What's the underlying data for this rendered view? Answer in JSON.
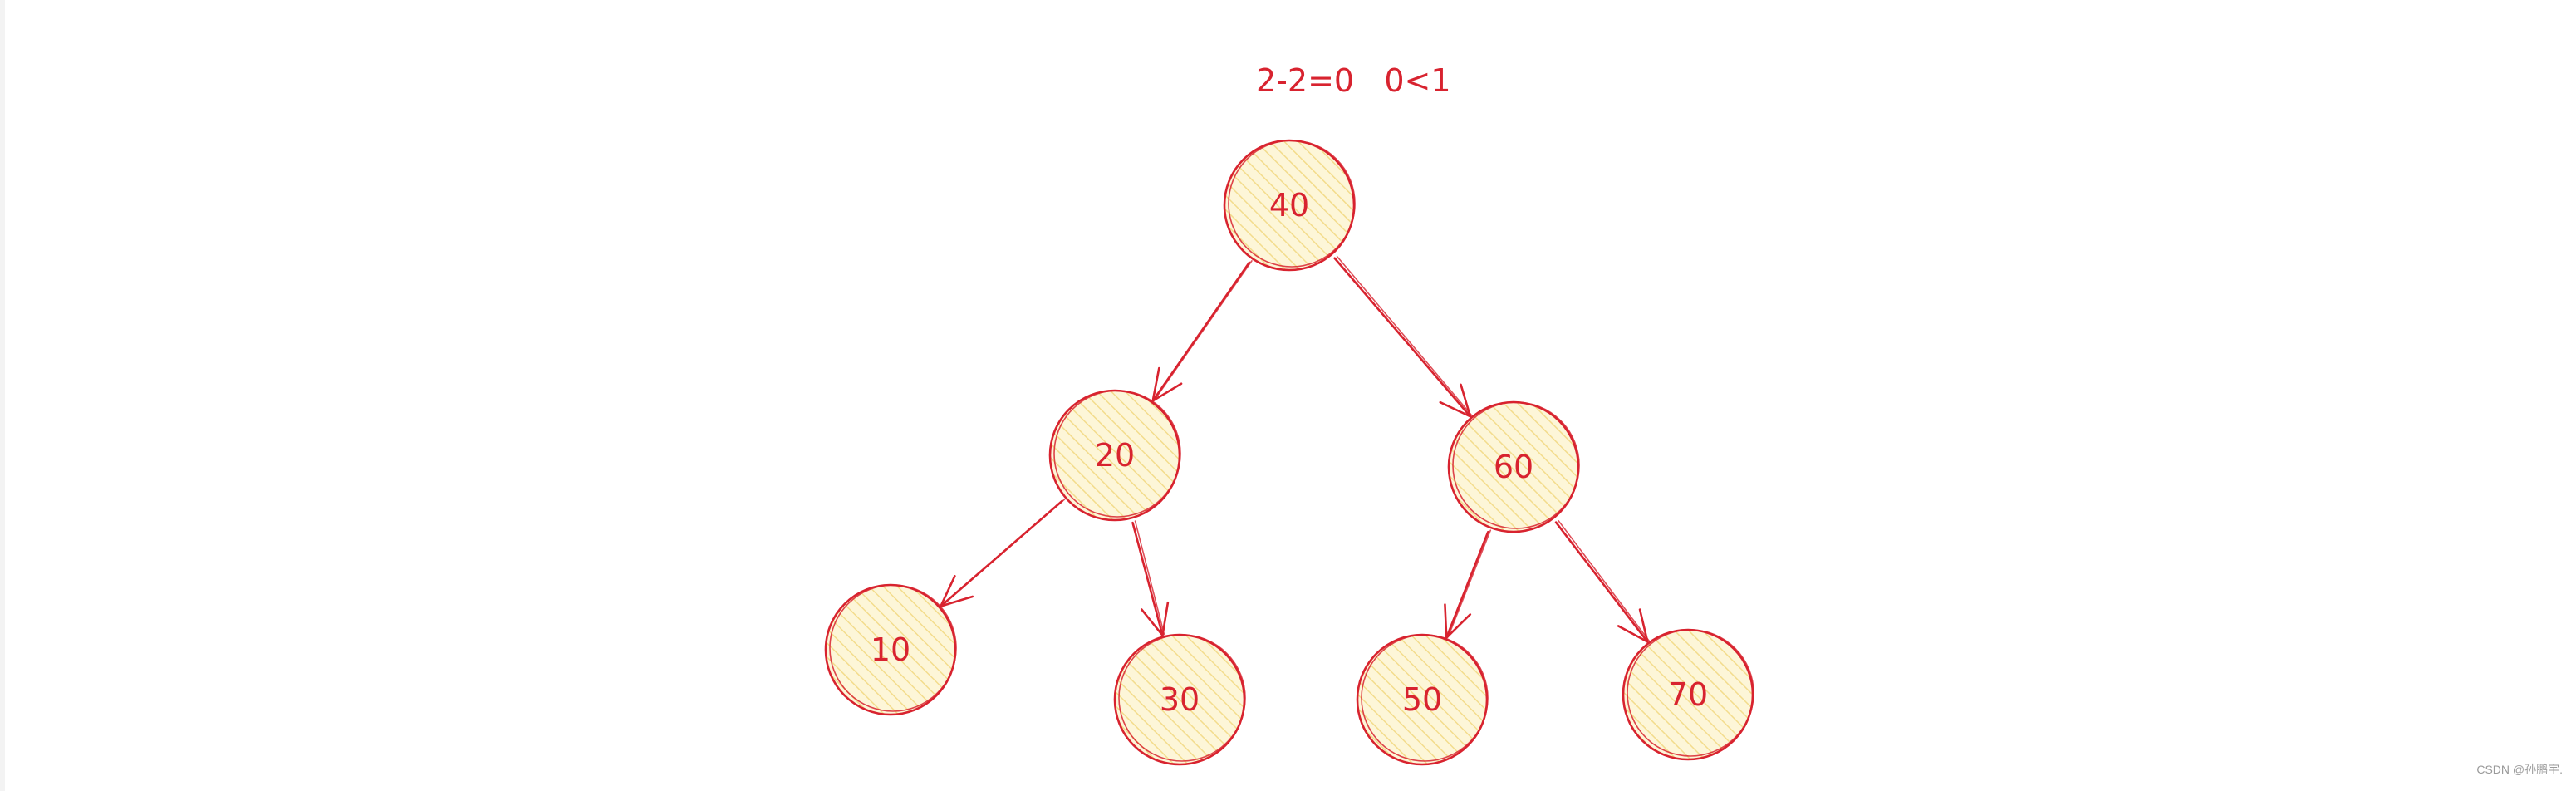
{
  "annotation": "2-2=0   0<1",
  "watermark": "CSDN @孙鹏宇.",
  "colors": {
    "stroke": "#d8232f",
    "fill": "#fdf6d8",
    "hatch": "#f3dc8c"
  },
  "nodes": [
    {
      "id": "n40",
      "label": "40"
    },
    {
      "id": "n20",
      "label": "20"
    },
    {
      "id": "n60",
      "label": "60"
    },
    {
      "id": "n10",
      "label": "10"
    },
    {
      "id": "n30",
      "label": "30"
    },
    {
      "id": "n50",
      "label": "50"
    },
    {
      "id": "n70",
      "label": "70"
    }
  ],
  "edges": [
    {
      "from": "n40",
      "to": "n20"
    },
    {
      "from": "n40",
      "to": "n60"
    },
    {
      "from": "n20",
      "to": "n10"
    },
    {
      "from": "n20",
      "to": "n30"
    },
    {
      "from": "n60",
      "to": "n50"
    },
    {
      "from": "n60",
      "to": "n70"
    }
  ]
}
